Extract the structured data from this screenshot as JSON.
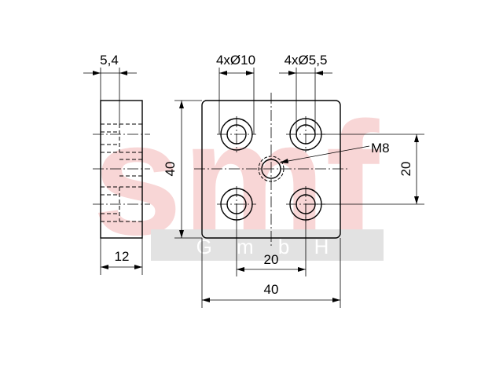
{
  "colors": {
    "line": "#000000",
    "watermark_red": "#f8d6d6",
    "watermark_bar": "#e2e2e2",
    "watermark_letters": "#ffffff"
  },
  "watermark": {
    "logo_text": "smf",
    "subtitle": "G m b H"
  },
  "side_view": {
    "hole_offset": "5,4",
    "thickness": "12"
  },
  "front_view": {
    "counterbore_callout": "4xØ10",
    "through_hole_callout": "4xØ5,5",
    "thread_label": "M8",
    "height_dim": "40",
    "hole_pitch_vertical": "20",
    "hole_pitch_horizontal": "20",
    "width_dim": "40"
  }
}
